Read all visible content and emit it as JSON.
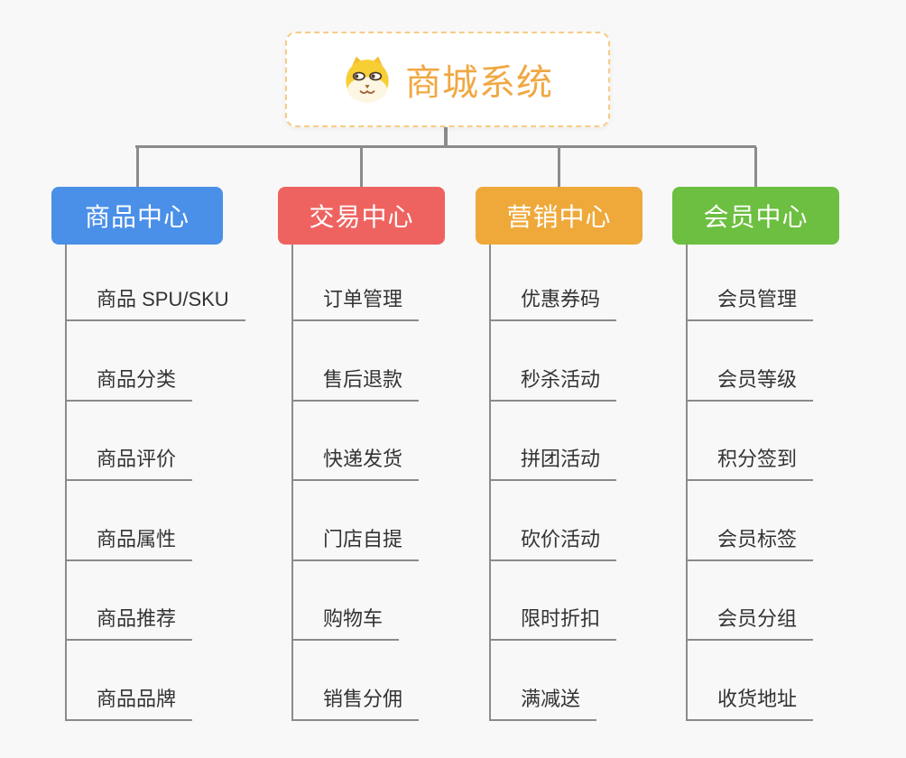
{
  "root": {
    "title": "商城系统",
    "icon": "dog-face-icon"
  },
  "colors": {
    "background": "#F8F8F8",
    "connector": "#8C8C8C",
    "underline": "#8A8A8A",
    "root_border": "#F6CC86",
    "root_title": "#F0A843",
    "child_text": "#333333"
  },
  "branches": [
    {
      "label": "商品中心",
      "color": "#4A8FE8",
      "children": [
        "商品 SPU/SKU",
        "商品分类",
        "商品评价",
        "商品属性",
        "商品推荐",
        "商品品牌"
      ]
    },
    {
      "label": "交易中心",
      "color": "#EE6360",
      "children": [
        "订单管理",
        "售后退款",
        "快递发货",
        "门店自提",
        "购物车",
        "销售分佣"
      ]
    },
    {
      "label": "营销中心",
      "color": "#EFA93B",
      "children": [
        "优惠券码",
        "秒杀活动",
        "拼团活动",
        "砍价活动",
        "限时折扣",
        "满减送"
      ]
    },
    {
      "label": "会员中心",
      "color": "#6CBF40",
      "children": [
        "会员管理",
        "会员等级",
        "积分签到",
        "会员标签",
        "会员分组",
        "收货地址"
      ]
    }
  ]
}
